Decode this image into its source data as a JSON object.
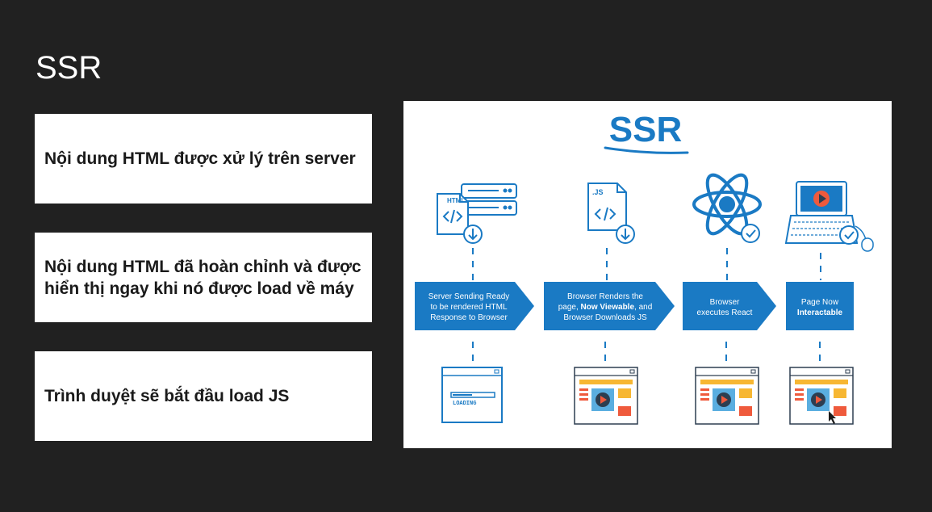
{
  "slide": {
    "title": "SSR"
  },
  "cards": [
    "Nội dung HTML được xử lý trên server",
    "Nội dung HTML đã hoàn chỉnh và được hiển thị ngay khi nó được load về máy",
    "Trình duyệt sẽ bắt đầu load JS"
  ],
  "diagram": {
    "title": "SSR",
    "icon_labels": {
      "html": "HTML",
      "js": ".JS",
      "loading": "LOADING"
    },
    "steps": [
      {
        "lines": [
          "Server Sending Ready",
          "to be rendered HTML",
          "Response to Browser"
        ]
      },
      {
        "line1": "Browser Renders the",
        "line2_pre": "page, ",
        "line2_bold": "Now Viewable",
        "line2_post": ", and",
        "line3": "Browser Downloads JS"
      },
      {
        "lines": [
          "Browser",
          "executes React"
        ]
      },
      {
        "line1": "Page Now",
        "line2_bold": "Interactable"
      }
    ],
    "colors": {
      "blue": "#1a7ac4",
      "light_blue": "#5aaee0",
      "yellow": "#f7b733",
      "red": "#ef5a3c",
      "dark": "#2d3e50"
    }
  }
}
